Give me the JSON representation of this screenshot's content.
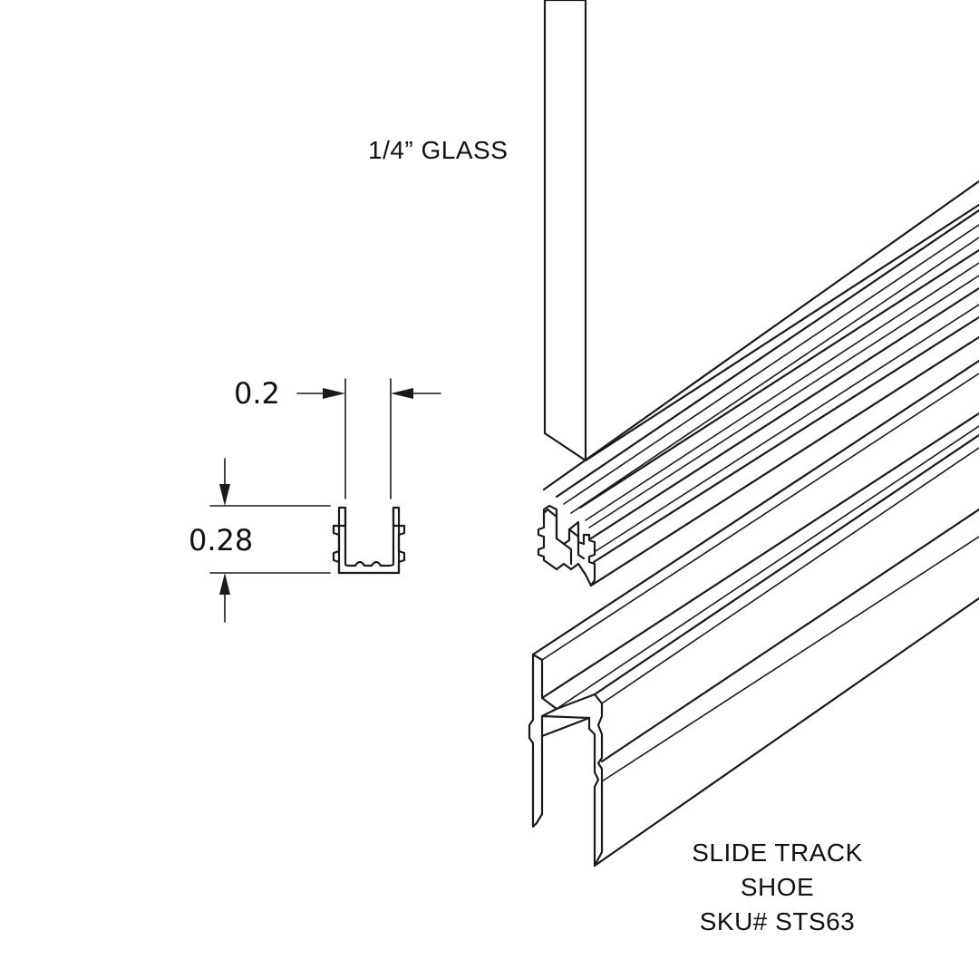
{
  "labels": {
    "glass": "1/4” GLASS",
    "dim_width": "0.2",
    "dim_height": "0.28"
  },
  "product": {
    "name_line1": "SLIDE TRACK",
    "name_line2": "SHOE",
    "sku": "SKU# STS63"
  },
  "colors": {
    "line": "#1a1a1a",
    "background": "#ffffff"
  }
}
